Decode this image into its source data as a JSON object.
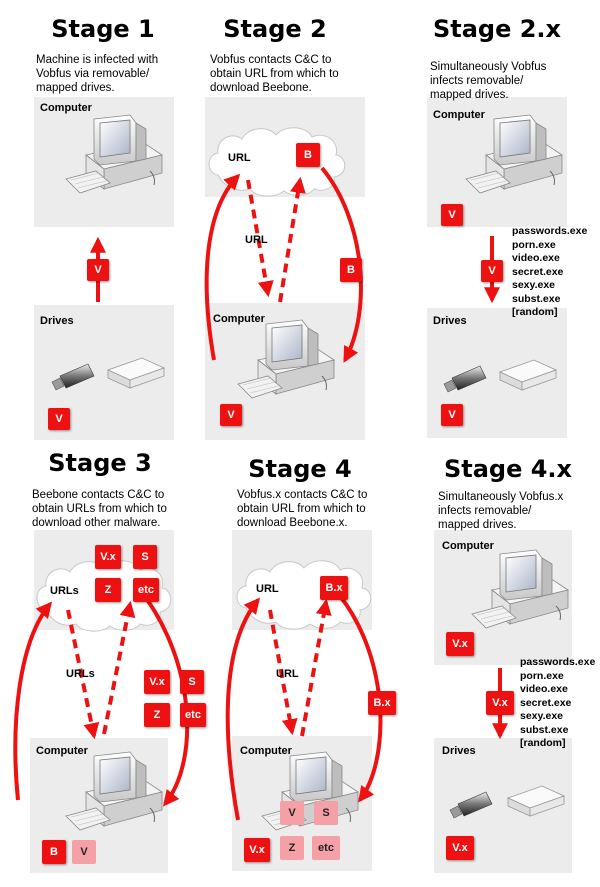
{
  "stage1": {
    "title": "Stage 1",
    "desc": [
      "Machine is infected with",
      "Vobfus via removable/",
      "mapped drives."
    ],
    "computer_label": "Computer",
    "drives_label": "Drives",
    "arrow_badge": "V",
    "drive_badge": "V"
  },
  "stage2": {
    "title": "Stage 2",
    "desc": [
      "Vobfus contacts C&C to",
      "obtain URL from which to",
      "download Beebone."
    ],
    "cloud_label": "URL",
    "cloud_badge": "B",
    "mid_label": "URL",
    "arrow_badge": "B",
    "computer_label": "Computer",
    "computer_badge": "V"
  },
  "stage2x": {
    "title": "Stage 2.x",
    "desc": [
      "Simultaneously Vobfus",
      "infects removable/",
      "mapped drives."
    ],
    "computer_label": "Computer",
    "computer_badge": "V",
    "arrow_badge": "V",
    "drives_label": "Drives",
    "drive_badge": "V",
    "files": [
      "passwords.exe",
      "porn.exe",
      "video.exe",
      "secret.exe",
      "sexy.exe",
      "subst.exe",
      "[random]"
    ]
  },
  "stage3": {
    "title": "Stage 3",
    "desc": [
      "Beebone contacts C&C to",
      "obtain URLs from which to",
      "download other malware."
    ],
    "cloud_label": "URLs",
    "cloud_badges": [
      "V.x",
      "S",
      "Z",
      "etc"
    ],
    "mid_label": "URLs",
    "mid_badges": [
      "V.x",
      "S",
      "Z",
      "etc"
    ],
    "computer_label": "Computer",
    "computer_badges": [
      "B",
      "V"
    ]
  },
  "stage4": {
    "title": "Stage 4",
    "desc": [
      "Vobfus.x contacts C&C to",
      "obtain URL from which to",
      "download Beebone.x."
    ],
    "cloud_label": "URL",
    "cloud_badge": "B.x",
    "mid_label": "URL",
    "arrow_badge": "B.x",
    "computer_label": "Computer",
    "computer_badges": [
      "V",
      "S",
      "V.x",
      "Z",
      "etc"
    ]
  },
  "stage4x": {
    "title": "Stage 4.x",
    "desc": [
      "Simultaneously Vobfus.x",
      "infects removable/",
      "mapped drives."
    ],
    "computer_label": "Computer",
    "computer_badge": "V.x",
    "arrow_badge": "V.x",
    "drives_label": "Drives",
    "drive_badge": "V.x",
    "files": [
      "passwords.exe",
      "porn.exe",
      "video.exe",
      "secret.exe",
      "sexy.exe",
      "subst.exe",
      "[random]"
    ]
  },
  "colors": {
    "accent": "#ee1111",
    "panel": "#ececec",
    "faded": "#f5a0a6"
  }
}
